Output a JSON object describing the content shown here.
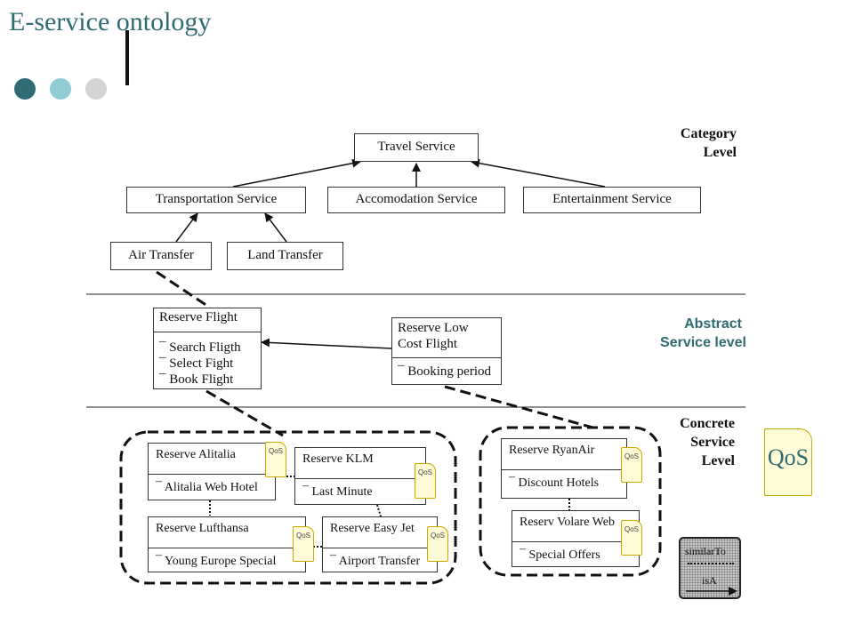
{
  "slide": {
    "title": "E-service ontology",
    "dots": [
      {
        "name": "dark",
        "color": "#2f6b72"
      },
      {
        "name": "light",
        "color": "#8fcdd3"
      },
      {
        "name": "grey",
        "color": "#d4d4d4"
      }
    ]
  },
  "levels": {
    "category": [
      "Category",
      "Level"
    ],
    "abstract": [
      "Abstract",
      "Service level"
    ],
    "concrete": [
      "Concrete",
      "Service",
      "Level"
    ]
  },
  "category_nodes": {
    "travel": "Travel Service",
    "transportation": "Transportation Service",
    "accomodation": "Accomodation Service",
    "entertainment": "Entertainment Service",
    "air_transfer": "Air Transfer",
    "land_transfer": "Land Transfer"
  },
  "abstract_nodes": {
    "reserve_flight": {
      "title": "Reserve Flight",
      "ops": [
        "Search Fligth",
        "Select Fight",
        "Book Flight"
      ]
    },
    "reserve_low_cost": {
      "title": [
        "Reserve Low",
        "Cost Flight"
      ],
      "ops": [
        "Booking period"
      ]
    }
  },
  "concrete_nodes": {
    "alitalia": {
      "title": "Reserve Alitalia",
      "op": "Alitalia Web Hotel"
    },
    "klm": {
      "title": "Reserve KLM",
      "op": "Last Minute"
    },
    "lufthansa": {
      "title": "Reserve Lufthansa",
      "op": "Young Europe Special"
    },
    "easyjet": {
      "title": "Reserve Easy Jet",
      "op": "Airport Transfer"
    },
    "ryanair": {
      "title": "Reserve RyanAir",
      "op": "Discount Hotels"
    },
    "volare": {
      "title": "Reserv Volare Web",
      "op": "Special Offers"
    }
  },
  "qos_tag": "QoS",
  "op_marker": "¯",
  "legend": {
    "similar_to": "similarTo",
    "is_a": "isA"
  },
  "colors": {
    "accent": "#2f6b72",
    "accent_light": "#8fcdd3",
    "qos_fill": "#fffbd6",
    "abstract_label": "#2f6b72"
  }
}
